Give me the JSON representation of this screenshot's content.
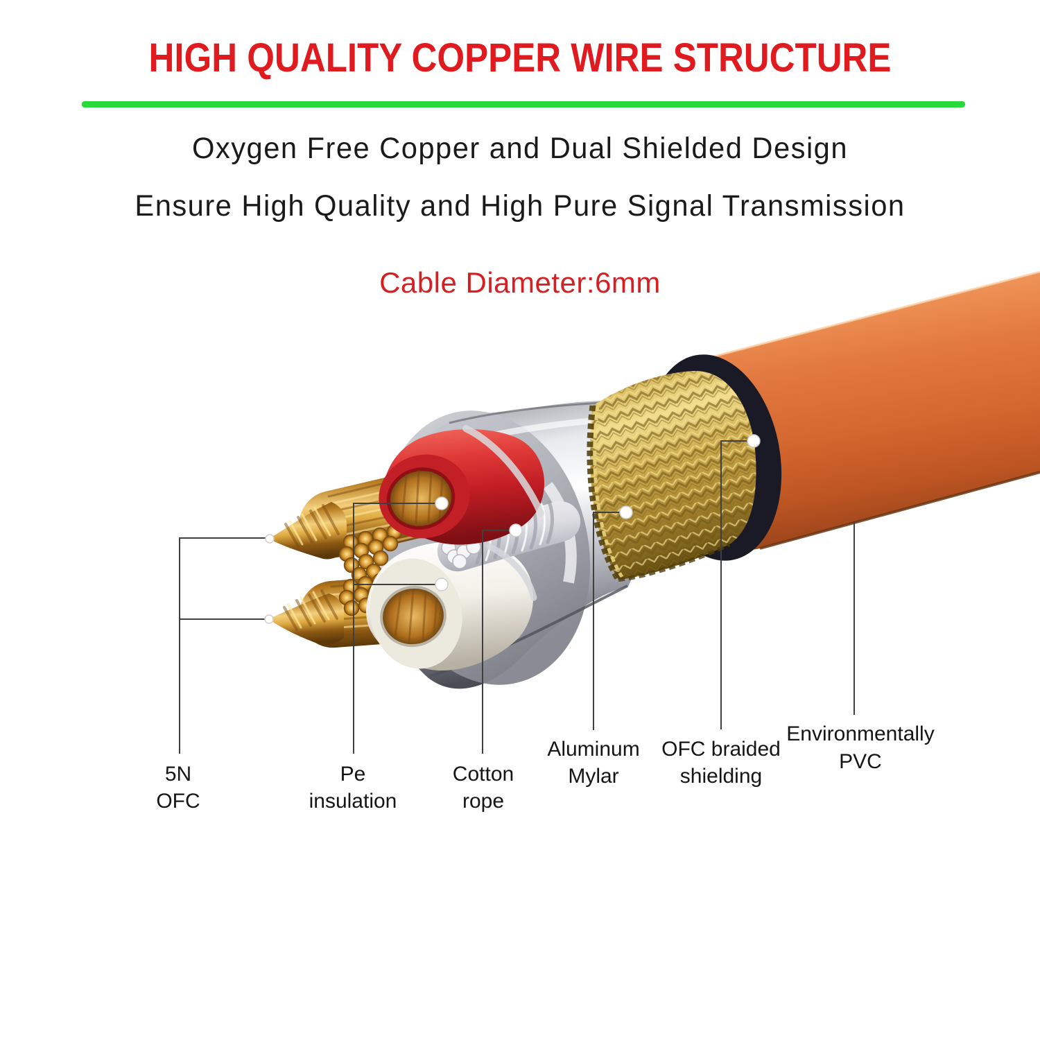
{
  "header": {
    "title": "HIGH QUALITY COPPER WIRE STRUCTURE",
    "title_color": "#e01b20",
    "underline_color": "#28d93a",
    "subtitle_line1": "Oxygen Free Copper and Dual Shielded Design",
    "subtitle_line2": "Ensure High Quality and High Pure Signal Transmission",
    "diameter_note": "Cable Diameter:6mm",
    "diameter_color": "#d42023"
  },
  "diagram": {
    "labels": [
      {
        "id": "5n-ofc",
        "line1": "5N",
        "line2": "OFC"
      },
      {
        "id": "pe-insulation",
        "line1": "Pe",
        "line2": "insulation"
      },
      {
        "id": "cotton-rope",
        "line1": "Cotton",
        "line2": "rope"
      },
      {
        "id": "aluminum-mylar",
        "line1": "Aluminum",
        "line2": "Mylar"
      },
      {
        "id": "ofc-braided-shielding",
        "line1": "OFC braided",
        "line2": "shielding"
      },
      {
        "id": "environmentally-pvc",
        "line1": "Environmentally",
        "line2": "PVC"
      }
    ],
    "colors": {
      "pvc_orange": "#e0763a",
      "braid_gold": "#c6a349",
      "mylar_silver": "#d9dadf",
      "insulation_red": "#cc2127",
      "insulation_white": "#f4f1ea",
      "copper": "#c08a30",
      "rope_white": "#e4e4e9",
      "callout_line": "#3f3f3f"
    }
  }
}
